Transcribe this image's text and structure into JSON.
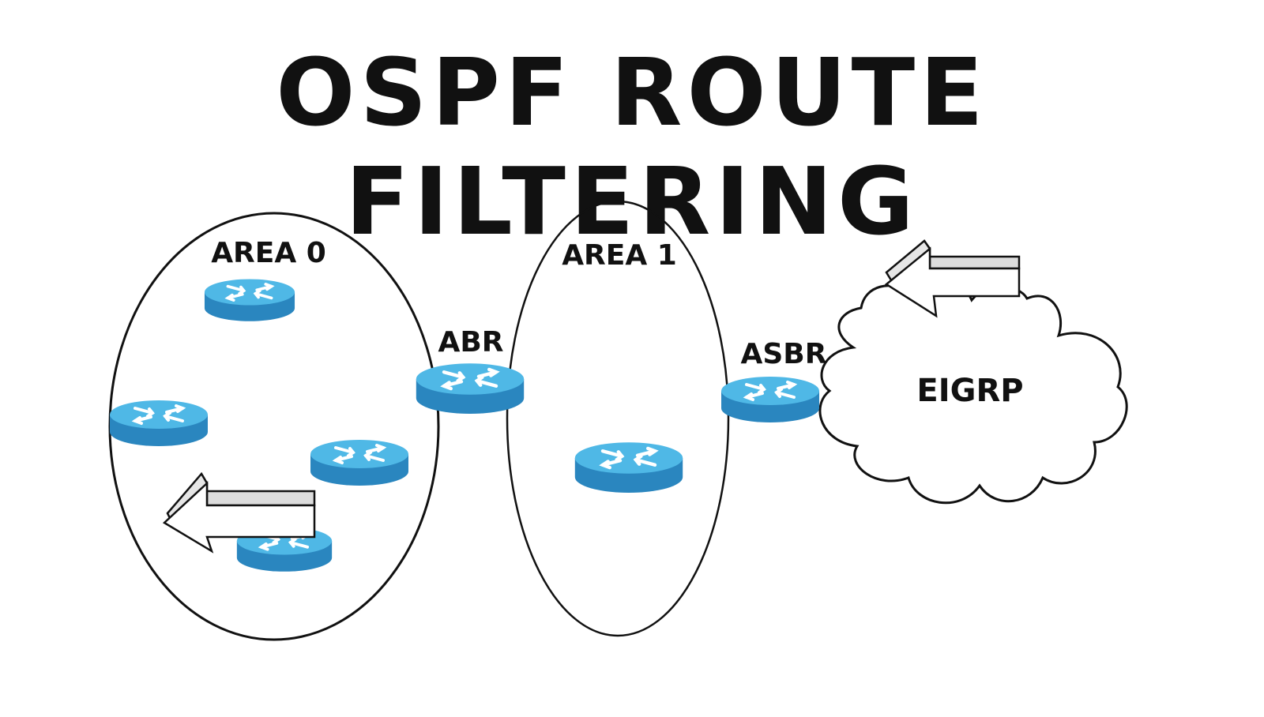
{
  "title": "OSPF ROUTE FILTERING",
  "areas": [
    {
      "id": "area0",
      "label": "AREA 0"
    },
    {
      "id": "area1",
      "label": "AREA 1"
    }
  ],
  "routers": [
    {
      "id": "r-area0-top",
      "role": "internal"
    },
    {
      "id": "r-area0-left",
      "role": "internal"
    },
    {
      "id": "r-area0-right",
      "role": "internal"
    },
    {
      "id": "r-area0-bottom",
      "role": "internal"
    },
    {
      "id": "r-abr",
      "role": "ABR",
      "label": "ABR"
    },
    {
      "id": "r-area1",
      "role": "internal"
    },
    {
      "id": "r-asbr",
      "role": "ASBR",
      "label": "ASBR"
    }
  ],
  "external": {
    "label": "EIGRP"
  },
  "arrows": [
    {
      "id": "arrow-area0",
      "direction": "left"
    },
    {
      "id": "arrow-eigrp",
      "direction": "left"
    }
  ],
  "colors": {
    "router_top": "#4fb8e6",
    "router_side": "#2a86bf",
    "arrow_top": "#dcdcdc",
    "line": "#111111"
  }
}
